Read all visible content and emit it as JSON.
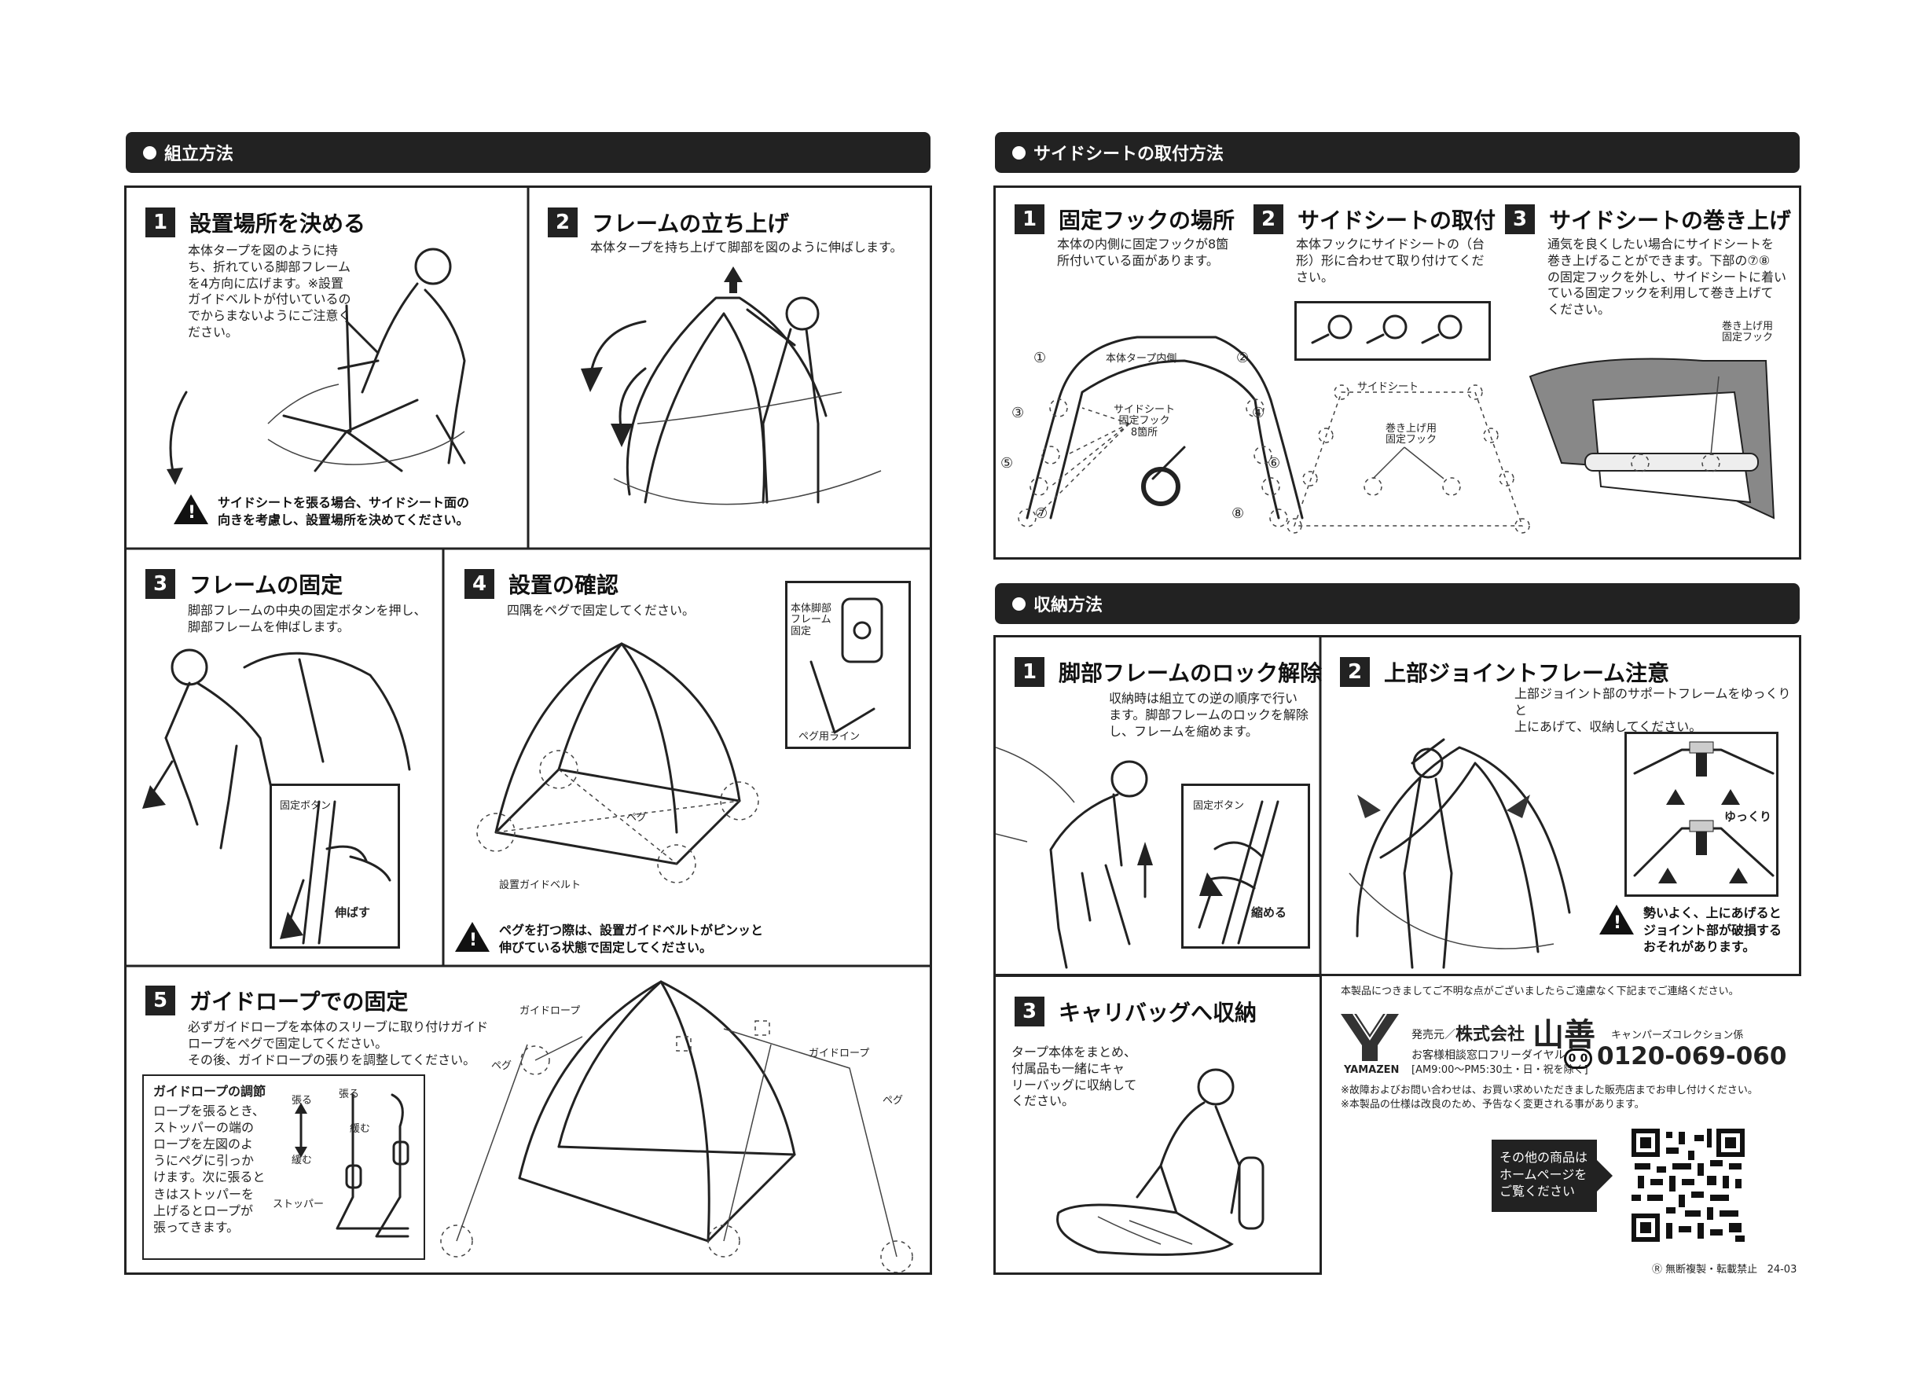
{
  "assembly": {
    "header": "組立方法",
    "s1": {
      "num": "1",
      "title": "設置場所を決める",
      "lines": [
        "本体タープを図のように持",
        "ち、折れている脚部フレーム",
        "を4方向に広げます。※設置",
        "ガイドベルトが付いているの",
        "でからまないようにご注意く",
        "ださい。"
      ],
      "warn": [
        "サイドシートを張る場合、サイドシート面の",
        "向きを考慮し、設置場所を決めてください。"
      ]
    },
    "s2": {
      "num": "2",
      "title": "フレームの立ち上げ",
      "desc": "本体タープを持ち上げて脚部を図のように伸ばします。"
    },
    "s3": {
      "num": "3",
      "title": "フレームの固定",
      "lines": [
        "脚部フレームの中央の固定ボタンを押し、",
        "脚部フレームを伸ばします。"
      ],
      "inset_label": "固定ボタン",
      "inset_action": "伸ばす"
    },
    "s4": {
      "num": "4",
      "title": "設置の確認",
      "desc": "四隅をペグで固定してください。",
      "peg": "ペグ",
      "belt": "設置ガイドベルト",
      "inset_lines": [
        "本体脚部",
        "フレーム",
        "固定"
      ],
      "peg_line": "ペグ用ライン",
      "warn": [
        "ペグを打つ際は、設置ガイドベルトがピンッと",
        "伸びている状態で固定してください。"
      ]
    },
    "s5": {
      "num": "5",
      "title": "ガイドロープでの固定",
      "lines": [
        "必ずガイドロープを本体のスリーブに取り付けガイド",
        "ロープをペグで固定してください。",
        "その後、ガイドロープの張りを調整してください。"
      ],
      "box_title": "ガイドロープの調節",
      "box_lines": [
        "ロープを張るとき、",
        "ストッパーの端の",
        "ロープを左図のよ",
        "うにペグに引っか",
        "けます。次に張ると",
        "きはストッパーを",
        "上げるとロープが",
        "張ってきます。"
      ],
      "haru": "張る",
      "yurumu": "緩む",
      "stopper": "ストッパー",
      "guide_rope": "ガイドロープ",
      "peg": "ペグ"
    }
  },
  "side": {
    "header": "サイドシートの取付方法",
    "s1": {
      "num": "1",
      "title": "固定フックの場所",
      "lines": [
        "本体の内側に固定フックが8箇",
        "所付いている面があります。"
      ],
      "inner": "本体タープ内側",
      "hook_lines": [
        "サイドシート",
        "固定フック",
        "8箇所"
      ],
      "marks": [
        "①",
        "②",
        "③",
        "④",
        "⑤",
        "⑥",
        "⑦",
        "⑧"
      ]
    },
    "s2": {
      "num": "2",
      "title": "サイドシートの取付",
      "lines": [
        "本体フックにサイドシートの（台",
        "形）形に合わせて取り付けてくだ",
        "さい。"
      ],
      "sheet": "サイドシート",
      "roll_lines": [
        "巻き上げ用",
        "固定フック"
      ]
    },
    "s3": {
      "num": "3",
      "title": "サイドシートの巻き上げ",
      "lines": [
        "通気を良くしたい場合にサイドシートを",
        "巻き上げることができます。下部の⑦⑧",
        "の固定フックを外し、サイドシートに着い",
        "ている固定フックを利用して巻き上げて",
        "ください。"
      ],
      "roll_lines": [
        "巻き上げ用",
        "固定フック"
      ]
    }
  },
  "storage": {
    "header": "収納方法",
    "s1": {
      "num": "1",
      "title": "脚部フレームのロック解除",
      "lines": [
        "収納時は組立ての逆の順序で行い",
        "ます。脚部フレームのロックを解除",
        "し、フレームを縮めます。"
      ],
      "inset_label": "固定ボタン",
      "inset_action": "縮める"
    },
    "s2": {
      "num": "2",
      "title": "上部ジョイントフレーム注意",
      "lines": [
        "上部ジョイント部のサポートフレームをゆっくりと",
        "上にあげて、収納してください。"
      ],
      "slow": "ゆっくり",
      "warn": [
        "勢いよく、上にあげると",
        "ジョイント部が破損する",
        "おそれがあります。"
      ]
    },
    "s3": {
      "num": "3",
      "title": "キャリバッグへ収納",
      "lines": [
        "タープ本体をまとめ、",
        "付属品も一緒にキャ",
        "リーバッグに収納して",
        "ください。"
      ]
    }
  },
  "footer": {
    "inquiry": "本製品につきましてご不明な点がございましたらご遠慮なく下記までご連絡ください。",
    "seller": "発売元／",
    "company": "株式会社",
    "brand": "山善",
    "dept": "キャンパーズコレクション係",
    "hotline": "お客様相談窓口フリーダイヤル",
    "hours": "[AM9:00〜PM5:30土・日・祝を除く]",
    "phone": "0120-069-060",
    "freedial_mark": "0",
    "logo_text": "YAMAZEN",
    "note1": "※故障およびお問い合わせは、お買い求めいただきました販売店までお申し付けください。",
    "note2": "※本製品の仕様は改良のため、予告なく変更される事があります。",
    "hp_lines": [
      "その他の商品は",
      "ホームページを",
      "ご覧ください"
    ],
    "copyright": "無断複製・転載禁止",
    "copyright_mark": "Ⓡ",
    "code": "24-03"
  }
}
